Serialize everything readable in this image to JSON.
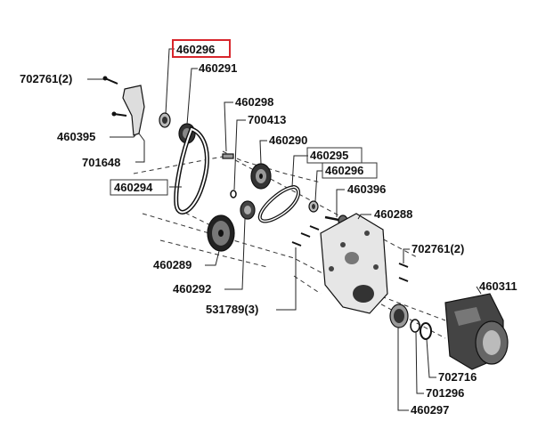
{
  "labels": {
    "p460296_top": "460296",
    "p460291": "460291",
    "p702761_left": "702761(2)",
    "p460395": "460395",
    "p701648": "701648",
    "p460298": "460298",
    "p700413": "700413",
    "p460290": "460290",
    "p460295": "460295",
    "p460296_mid": "460296",
    "p460396": "460396",
    "p460294": "460294",
    "p460288": "460288",
    "p702761_right": "702761(2)",
    "p460289": "460289",
    "p460292": "460292",
    "p531789": "531789(3)",
    "p460311": "460311",
    "p702716": "702716",
    "p701296": "701296",
    "p460297": "460297"
  },
  "highlight": {
    "color": "#d8262c"
  }
}
